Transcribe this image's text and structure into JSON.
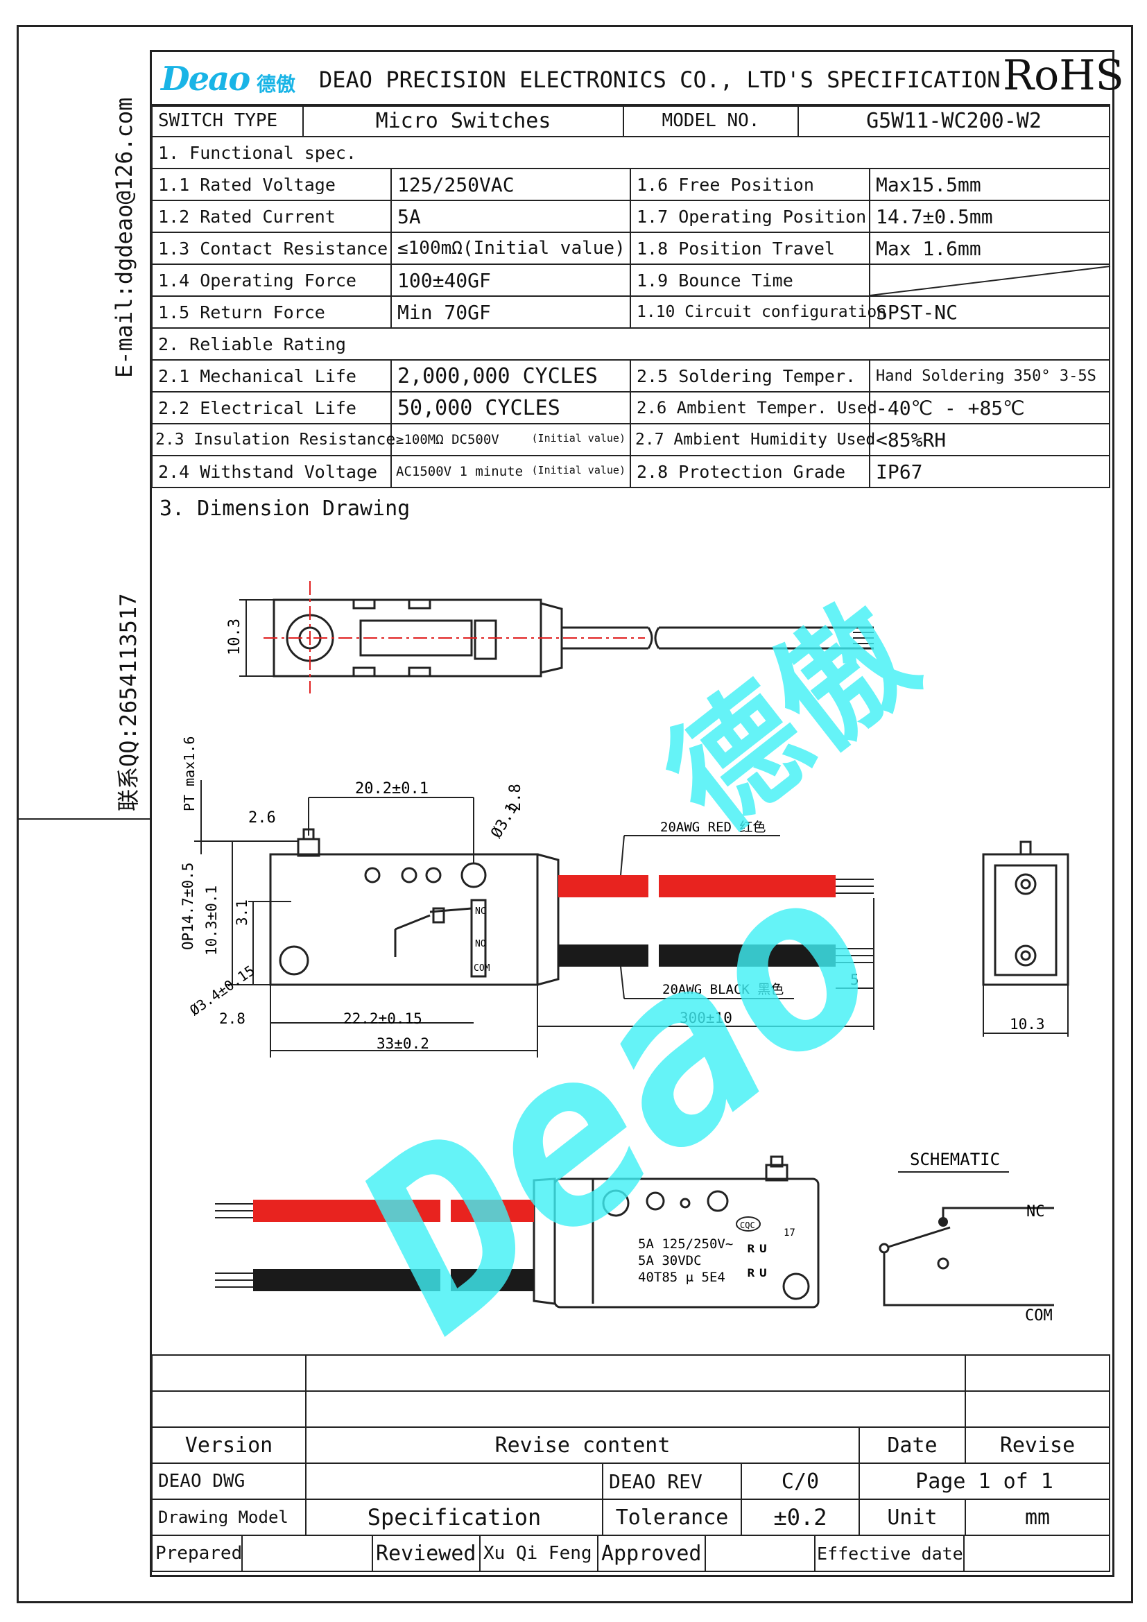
{
  "sidebar": {
    "email": "E-mail:dgdeao@126.com",
    "qq": "联系QQ:2654113517"
  },
  "header": {
    "logo_text": "Deao",
    "logo_cn": "德傲",
    "company_title": "DEAO PRECISION ELECTRONICS CO., LTD'S SPECIFICATION",
    "rohs": "RoHS"
  },
  "switch_info": {
    "type_label": "SWITCH TYPE",
    "type_value": "Micro Switches",
    "model_label": "MODEL NO.",
    "model_value": "G5W11-WC200-W2"
  },
  "functional": {
    "heading": "1. Functional spec.",
    "rows": [
      {
        "l_label": "1.1 Rated Voltage",
        "l_value": "125/250VAC",
        "r_label": "1.6  Free Position",
        "r_value": "Max15.5mm"
      },
      {
        "l_label": "1.2 Rated Current",
        "l_value": "5A",
        "r_label": "1.7  Operating Position",
        "r_value": "14.7±0.5mm"
      },
      {
        "l_label": "1.3 Contact Resistance",
        "l_value": "≤100mΩ(Initial value)",
        "r_label": "1.8  Position Travel",
        "r_value": "Max 1.6mm"
      },
      {
        "l_label": "1.4 Operating Force",
        "l_value": "100±40GF",
        "r_label": "1.9  Bounce Time",
        "r_value": ""
      },
      {
        "l_label": "1.5 Return Force",
        "l_value": "Min 70GF",
        "r_label": "1.10 Circuit configuration",
        "r_value": "SPST-NC"
      }
    ]
  },
  "reliable": {
    "heading": "2. Reliable Rating",
    "rows": [
      {
        "l_label": "2.1 Mechanical Life",
        "l_value": "2,000,000 CYCLES",
        "l_note": "",
        "r_label": "2.5 Soldering Temper.",
        "r_value": "Hand Soldering 350°  3-5S"
      },
      {
        "l_label": "2.2 Electrical Life",
        "l_value": "50,000  CYCLES",
        "l_note": "",
        "r_label": "2.6 Ambient Temper. Used",
        "r_value": "-40℃ - +85℃"
      },
      {
        "l_label": "2.3 Insulation Resistance",
        "l_value": "≥100MΩ DC500V",
        "l_note": "(Initial value)",
        "r_label": "2.7 Ambient Humidity Used",
        "r_value": "<85%RH"
      },
      {
        "l_label": "2.4  Withstand Voltage",
        "l_value": "AC1500V 1 minute",
        "l_note": "(Initial value)",
        "r_label": "2.8 Protection Grade",
        "r_value": "IP67"
      }
    ]
  },
  "drawing": {
    "heading": "3. Dimension Drawing",
    "dims": {
      "top_height": "10.3",
      "pt_max": "PT max1.6",
      "d_26": "2.6",
      "d_202": "20.2±0.1",
      "d_28_top": "2.8",
      "d_31_dia": "Ø3.1",
      "op": "OP14.7±0.5",
      "d_103": "10.3±0.1",
      "d_31": "3.1",
      "d_34": "Ø3.4±0.15",
      "d_28": "2.8",
      "d_222": "22.2±0.15",
      "d_33": "33±0.2",
      "d_300": "300±10",
      "d_5": "5",
      "side_width": "10.3",
      "wire_red": "20AWG  RED 红色",
      "wire_black": "20AWG  BLACK 黑色",
      "nc": "NC",
      "no": "NO",
      "com": "COM"
    },
    "iso": {
      "line1": "5A 125/250V~",
      "line2": "5A 30VDC",
      "line3": "40T85 μ 5E4",
      "cqc": "CQC",
      "mark_17": "17"
    },
    "schematic": {
      "title": "SCHEMATIC",
      "nc": "NC",
      "com": "COM"
    }
  },
  "footer": {
    "version": "Version",
    "revise_content": "Revise content",
    "date": "Date",
    "revise": "Revise",
    "deao_dwg": "DEAO DWG",
    "deao_rev": "DEAO REV",
    "rev_value": "C/0",
    "page": "Page 1 of 1",
    "drawing_model": "Drawing Model",
    "drawing_model_value": "Specification",
    "tolerance": "Tolerance",
    "tolerance_value": "±0.2",
    "unit": "Unit",
    "unit_value": "mm",
    "prepared": "Prepared",
    "reviewed": "Reviewed",
    "reviewer": "Xu Qi Feng",
    "approved": "Approved",
    "effective_date": "Effective date"
  },
  "colors": {
    "watermark": "#3ff0f5",
    "red_wire": "#e8231f",
    "black_wire": "#1a1a1a",
    "logo": "#19b4e6",
    "centerline": "#e02020"
  }
}
